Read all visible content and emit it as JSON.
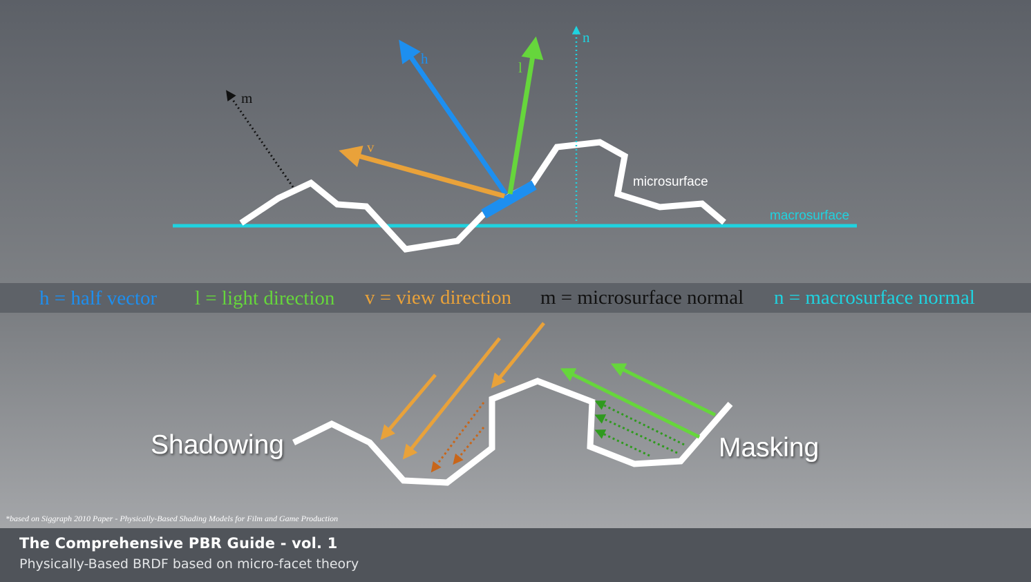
{
  "diagram": {
    "vector_labels": {
      "h": "h",
      "l": "l",
      "v": "v",
      "m": "m",
      "n": "n"
    },
    "microsurface_label": "microsurface",
    "macrosurface_label": "macrosurface",
    "legend": {
      "h": "h = half vector",
      "l": "l = light direction",
      "v": "v = view direction",
      "m": "m = microsurface normal",
      "n": "n = macrosurface normal"
    },
    "shadowing_label": "Shadowing",
    "masking_label": "Masking",
    "footnote": "*based on Siggraph 2010 Paper - Physically-Based Shading Models for Film and Game Production"
  },
  "footer": {
    "title": "The Comprehensive PBR Guide - vol. 1",
    "subtitle": "Physically-Based BRDF based on micro-facet theory"
  },
  "colors": {
    "h": "#1d8ff0",
    "l": "#66d63c",
    "v": "#e9a23a",
    "m": "#111111",
    "n": "#1fd3e0",
    "dark_orange": "#c8661a",
    "dark_green": "#2f9a1e",
    "surface": "#ffffff"
  }
}
